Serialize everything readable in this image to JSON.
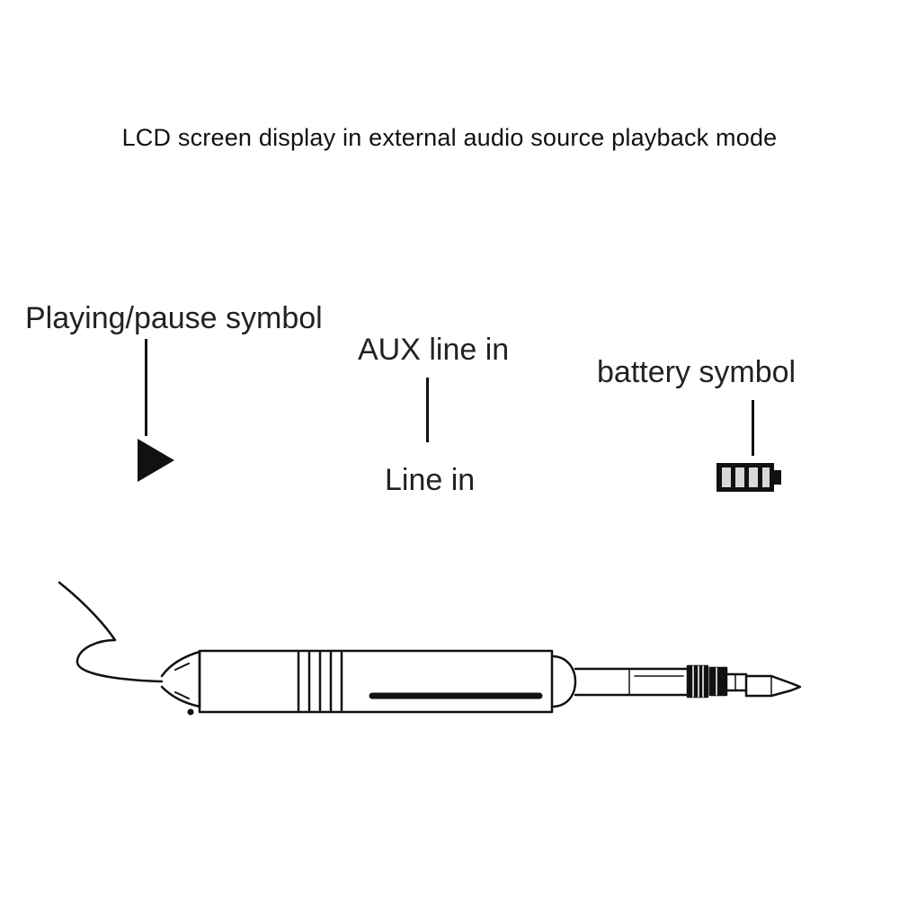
{
  "title": "LCD screen display in external audio source playback mode",
  "labels": {
    "play_pause": "Playing/pause symbol",
    "aux_line_in": "AUX line in",
    "line_in": "Line in",
    "battery": "battery symbol"
  },
  "icons": [
    "play-icon",
    "battery-icon",
    "audio-jack-plug"
  ],
  "colors": {
    "ink": "#111111",
    "background": "#ffffff"
  }
}
